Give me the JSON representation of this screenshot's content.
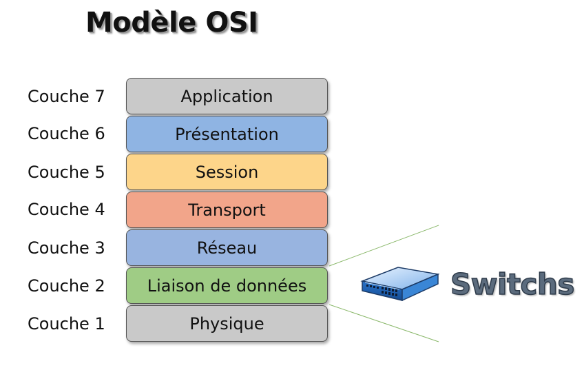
{
  "title": "Modèle OSI",
  "layers": [
    {
      "label": "Couche 7",
      "name": "Application",
      "color": "#c9c9c9"
    },
    {
      "label": "Couche 6",
      "name": "Présentation",
      "color": "#8fb4e3"
    },
    {
      "label": "Couche 5",
      "name": "Session",
      "color": "#fdd58a"
    },
    {
      "label": "Couche 4",
      "name": "Transport",
      "color": "#f2a58a"
    },
    {
      "label": "Couche 3",
      "name": "Réseau",
      "color": "#98b4e0"
    },
    {
      "label": "Couche 2",
      "name": "Liaison de données",
      "color": "#9fcc85"
    },
    {
      "label": "Couche 1",
      "name": "Physique",
      "color": "#c9c9c9"
    }
  ],
  "device": {
    "label": "Switchs",
    "icon": "network-switch-icon",
    "highlighted_layer": "Liaison de données"
  },
  "colors": {
    "connector": "#8ab86a",
    "device_text": "#5b6b7d"
  }
}
